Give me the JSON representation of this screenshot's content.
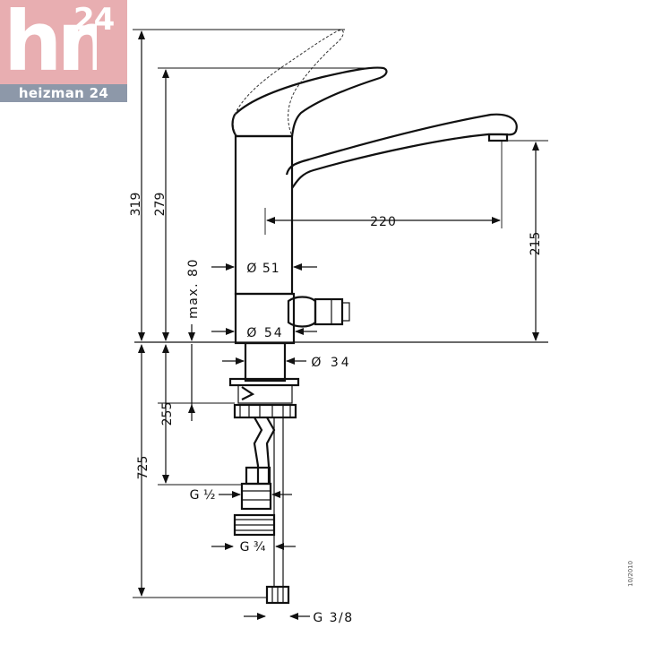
{
  "logo": {
    "brand_text": "hm",
    "number_text": "24",
    "caption": "heizman 24"
  },
  "dimensions": {
    "total_height": "319",
    "spout_height": "279",
    "max_base": "max. 80",
    "reach": "220",
    "outlet_height": "215",
    "body_diameter": "Ø 51",
    "base_diameter": "Ø 54",
    "shank_diameter": "Ø 34",
    "shank_length": "255",
    "hose_length": "725",
    "thread_half": "G ½",
    "thread_three_quarter": "G ¾",
    "thread_three_eighth": "G 3/8"
  },
  "drawing_code": "10/2010"
}
